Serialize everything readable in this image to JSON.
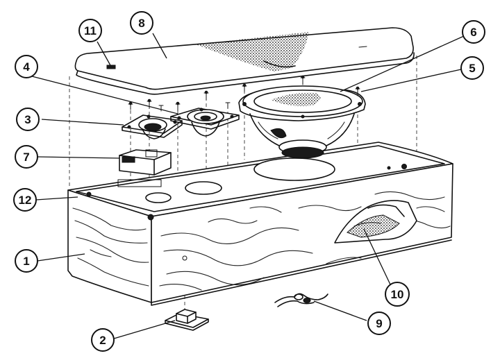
{
  "callouts": [
    {
      "id": "c1",
      "label": "1"
    },
    {
      "id": "c2",
      "label": "2"
    },
    {
      "id": "c3",
      "label": "3"
    },
    {
      "id": "c4",
      "label": "4"
    },
    {
      "id": "c5",
      "label": "5"
    },
    {
      "id": "c6",
      "label": "6"
    },
    {
      "id": "c7",
      "label": "7"
    },
    {
      "id": "c8",
      "label": "8"
    },
    {
      "id": "c9",
      "label": "9"
    },
    {
      "id": "c10",
      "label": "10"
    },
    {
      "id": "c11",
      "label": "11"
    },
    {
      "id": "c12",
      "label": "12"
    }
  ],
  "colors": {
    "ink": "#111111",
    "paper": "#ffffff"
  }
}
